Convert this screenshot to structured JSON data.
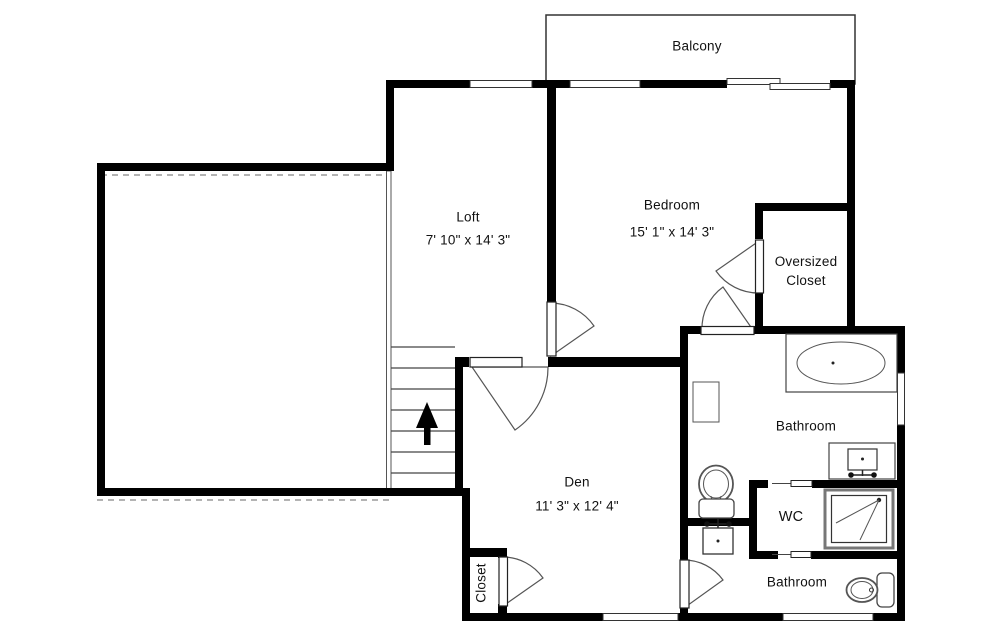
{
  "floorplan": {
    "balcony": {
      "label": "Balcony"
    },
    "loft": {
      "label": "Loft",
      "dims": "7' 10\" x 14' 3\""
    },
    "bedroom": {
      "label": "Bedroom",
      "dims": "15' 1\" x 14' 3\""
    },
    "oversized_closet": {
      "label": "Oversized Closet"
    },
    "bathroom_upper": {
      "label": "Bathroom"
    },
    "wc": {
      "label": "WC"
    },
    "den": {
      "label": "Den",
      "dims": "11' 3\" x 12' 4\""
    },
    "closet": {
      "label": "Closet"
    },
    "bathroom_lower": {
      "label": "Bathroom"
    },
    "colors": {
      "wall": "#000000",
      "background": "#ffffff",
      "fixture_line": "#4a4a4a"
    }
  }
}
